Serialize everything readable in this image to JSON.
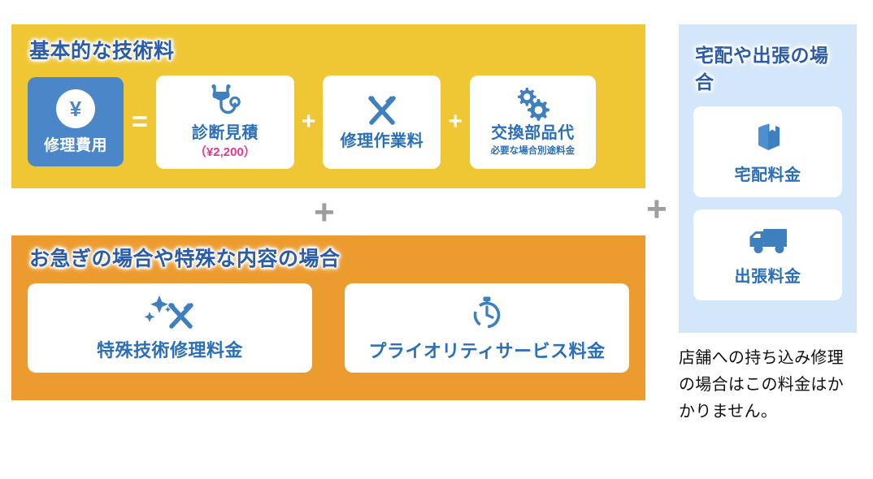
{
  "basic_panel": {
    "title": "基本的な技術料",
    "cost_box": {
      "currency_symbol": "¥",
      "label": "修理費用"
    },
    "equals_symbol": "=",
    "plus_symbol": "+",
    "items": [
      {
        "icon": "stethoscope-icon",
        "label": "診断見積",
        "price": "（¥2,200）"
      },
      {
        "icon": "wrench-screwdriver-icon",
        "label": "修理作業料"
      },
      {
        "icon": "gears-icon",
        "label": "交換部品代",
        "note": "必要な場合別途料金"
      }
    ],
    "background_color": "#EFC734"
  },
  "urgent_panel": {
    "title": "お急ぎの場合や特殊な内容の場合",
    "items": [
      {
        "icon": "sparkle-wrench-icon",
        "label": "特殊技術修理料金"
      },
      {
        "icon": "stopwatch-icon",
        "label": "プライオリティサービス料金"
      }
    ],
    "background_color": "#EC9B2E"
  },
  "delivery_panel": {
    "title": "宅配や出張の場合",
    "items": [
      {
        "icon": "package-box-icon",
        "label": "宅配料金"
      },
      {
        "icon": "delivery-truck-icon",
        "label": "出張料金"
      }
    ],
    "background_color": "#D4E7FA"
  },
  "connectors": {
    "vertical_plus": "+",
    "horizontal_plus": "+",
    "color": "#9E9E9E"
  },
  "store_note": "店舗への持ち込み修理の場合はこの料金はかかりません。",
  "colors": {
    "accent_blue": "#2A6FB8",
    "title_blue": "#2A5CAA",
    "cost_box_blue": "#4A86C8",
    "price_magenta": "#E8368C",
    "yellow": "#EFC734",
    "orange": "#EC9B2E",
    "light_blue": "#D4E7FA"
  }
}
